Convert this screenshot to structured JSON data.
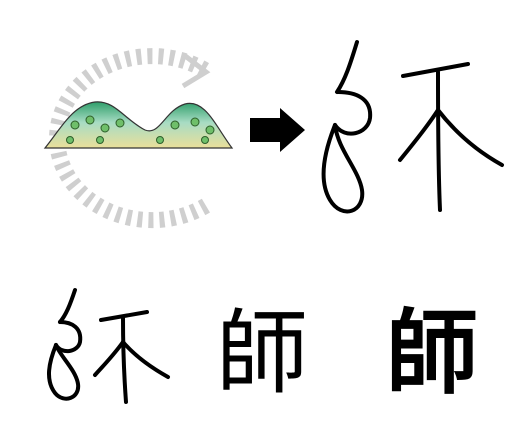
{
  "figure": {
    "evolution": {
      "pictograph": "hill-with-trees-pictograph",
      "arrow": "right-arrow-icon",
      "ancient_form": "ancient-shi-glyph"
    },
    "stages": [
      {
        "icon": "oracle-bone-shi-glyph",
        "text": ""
      },
      {
        "icon": "regular-script-shi-glyph",
        "text": "師"
      },
      {
        "icon": "traditional-bold-shi-glyph",
        "text": "師"
      }
    ],
    "colors": {
      "ink": "#000000",
      "hill_green": "#2f9e6a",
      "hill_teal": "#a8dcc4",
      "hill_sand": "#eadf9a",
      "tree": "#6fbf6a",
      "dash_ring": "#cfcfcf"
    }
  }
}
